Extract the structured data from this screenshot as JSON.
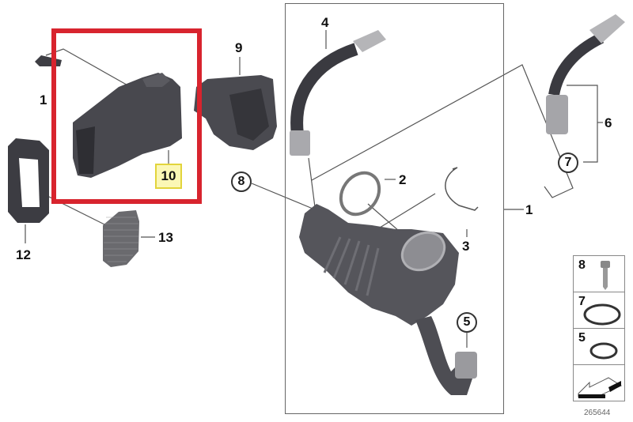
{
  "diagram": {
    "type": "parts-exploded-view",
    "subject": "Air intake duct / intake silencer assembly",
    "highlight": {
      "part_number": "10",
      "box_color": "#d8242e",
      "label_fill": "#fbf7b5",
      "label_border": "#e2d43c"
    },
    "labels": {
      "p1_left": "1",
      "p1_right": "1",
      "p2": "2",
      "p3": "3",
      "p4": "4",
      "p5": "5",
      "p6": "6",
      "p7": "7",
      "p8": "8",
      "p9": "9",
      "p10": "10",
      "p12": "12",
      "p13": "13"
    },
    "legend": [
      {
        "number": "8",
        "icon": "bolt-icon"
      },
      {
        "number": "7",
        "icon": "o-ring-large-icon"
      },
      {
        "number": "5",
        "icon": "o-ring-small-icon"
      },
      {
        "number": "",
        "icon": "arrow-icon"
      }
    ],
    "document_id": "265644"
  }
}
